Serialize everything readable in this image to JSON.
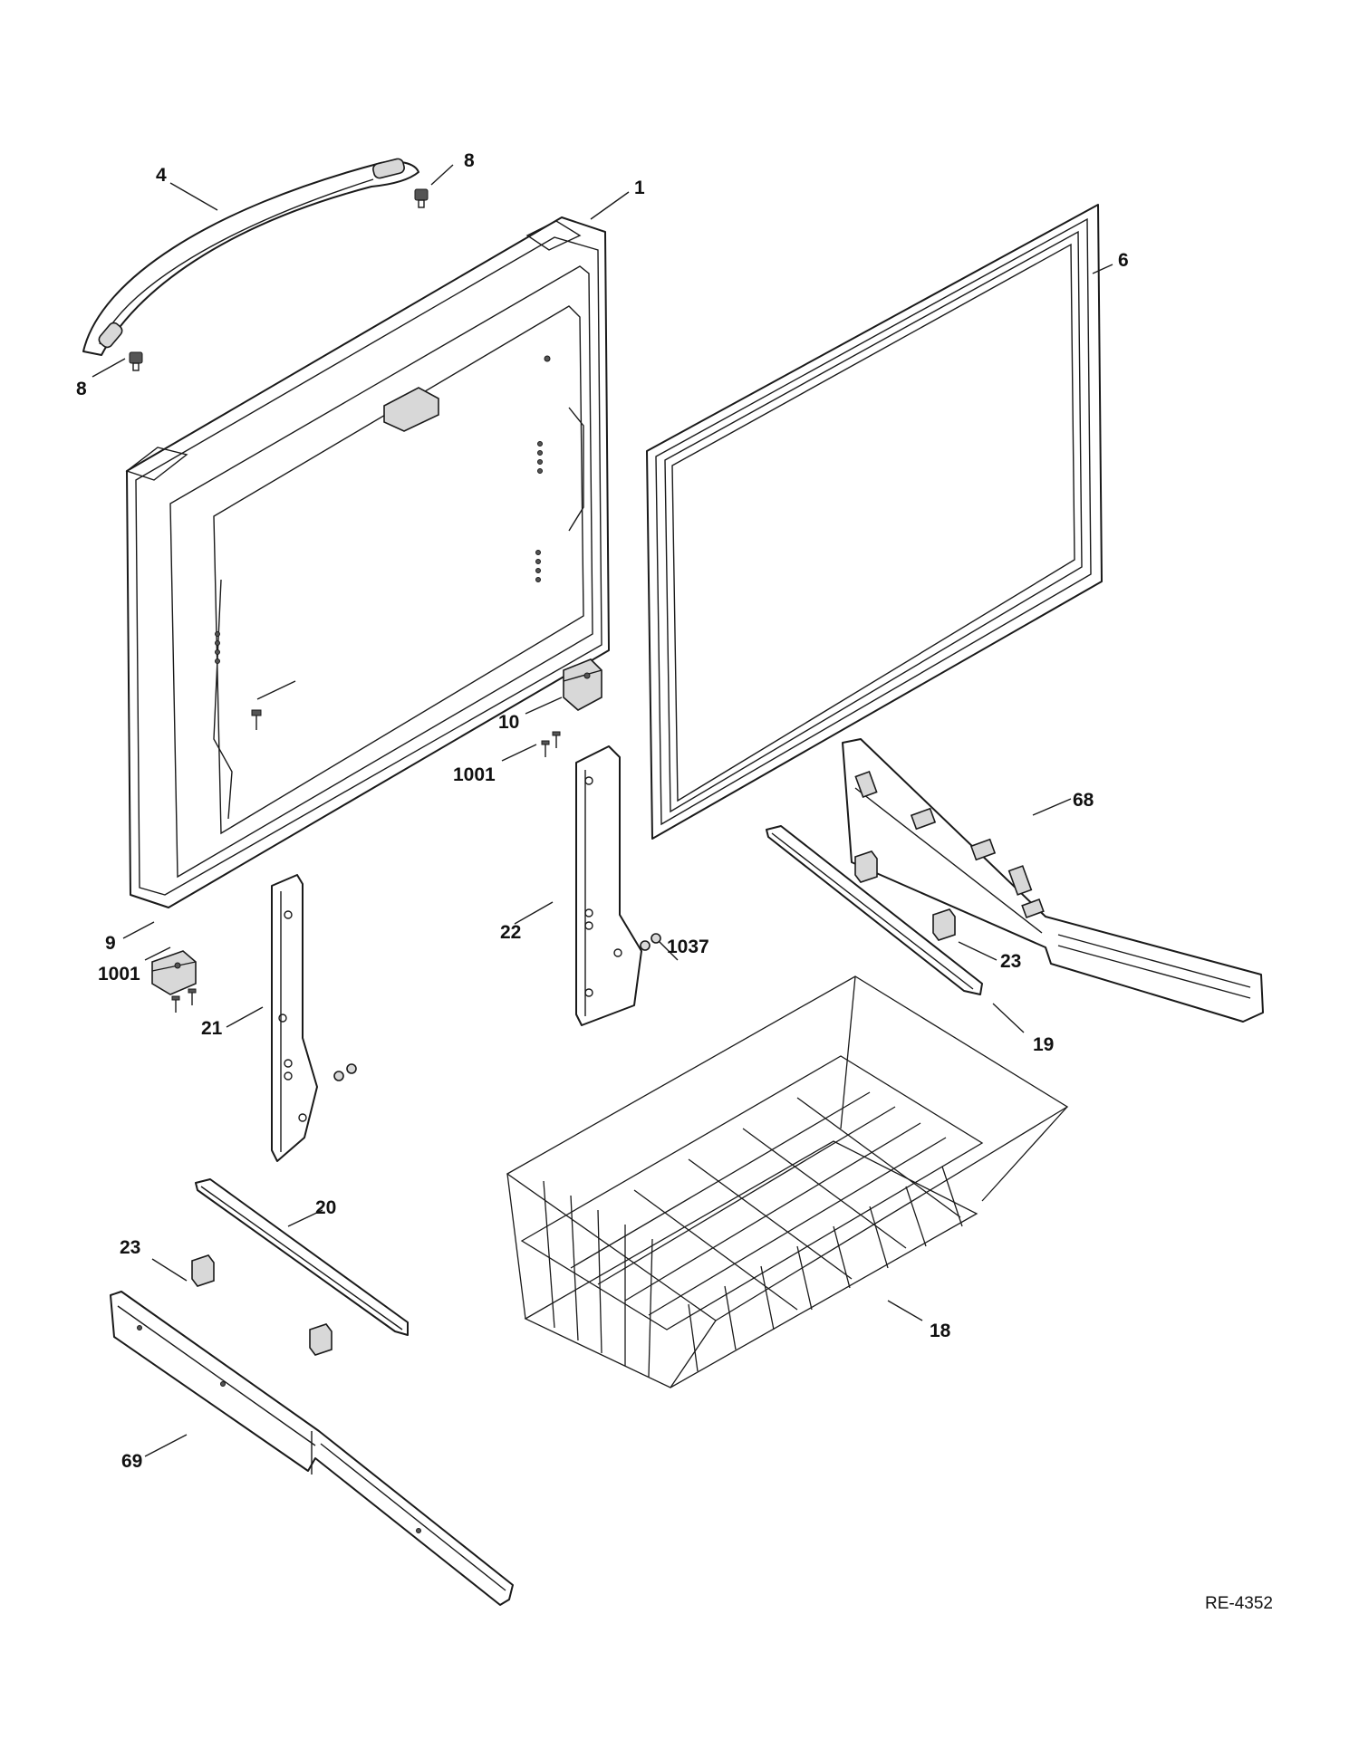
{
  "drawing_number": "RE-4352",
  "callouts": {
    "c1": "1",
    "c4": "4",
    "c6": "6",
    "c8a": "8",
    "c8b": "8",
    "c9": "9",
    "c10": "10",
    "c1001a": "1001",
    "c1001b": "1001",
    "c18": "18",
    "c19": "19",
    "c20": "20",
    "c21": "21",
    "c22": "22",
    "c23a": "23",
    "c23b": "23",
    "c68": "68",
    "c69": "69",
    "c1037": "1037"
  }
}
